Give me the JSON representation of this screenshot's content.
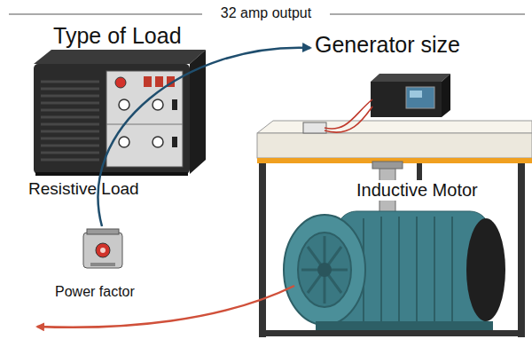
{
  "diagram": {
    "nodes": [
      {
        "text": [
          "Type of Load",
          "Resistive Load"
        ]
      },
      {
        "text": [
          "Power factor"
        ]
      },
      {
        "text": [
          "Generator size"
        ]
      },
      {
        "text": [
          "Inductive Motor"
        ]
      }
    ],
    "edges": [
      {
        "from": 1,
        "to": 2,
        "arrow": "to"
      }
    ],
    "labels": [
      "32 amp output"
    ]
  }
}
